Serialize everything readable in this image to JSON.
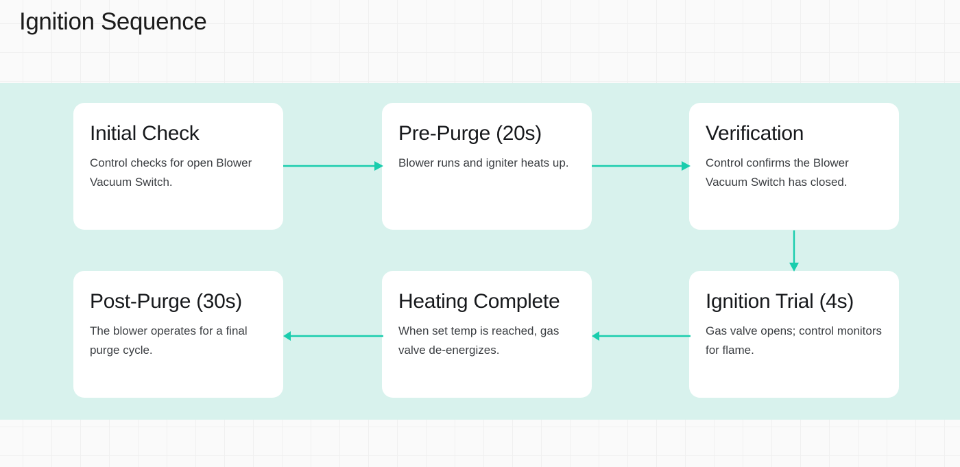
{
  "page": {
    "title": "Ignition Sequence"
  },
  "theme": {
    "band_background": "#d8f2ed",
    "card_background": "#ffffff",
    "arrow_color": "#19cdad",
    "title_color": "#1c1c1c",
    "body_color": "#3b3e42",
    "grid_line_color": "#f0f0f0",
    "page_background": "#fafafa"
  },
  "diagram": {
    "type": "flowchart",
    "flow_order": [
      "Initial Check",
      "Pre-Purge (20s)",
      "Verification",
      "Ignition Trial (4s)",
      "Heating Complete",
      "Post-Purge (30s)"
    ],
    "steps": [
      {
        "id": "initial-check",
        "title": "Initial Check",
        "description": "Control checks for open Blower Vacuum Switch.",
        "row": 1,
        "column": 1
      },
      {
        "id": "pre-purge",
        "title": "Pre-Purge (20s)",
        "description": "Blower runs and igniter heats up.",
        "row": 1,
        "column": 2
      },
      {
        "id": "verification",
        "title": "Verification",
        "description": "Control confirms the Blower Vacuum Switch has closed.",
        "row": 1,
        "column": 3
      },
      {
        "id": "ignition-trial",
        "title": "Ignition Trial (4s)",
        "description": "Gas valve opens; control monitors for flame.",
        "row": 2,
        "column": 3
      },
      {
        "id": "heating-complete",
        "title": "Heating Complete",
        "description": "When set temp is reached, gas valve de-energizes.",
        "row": 2,
        "column": 2
      },
      {
        "id": "post-purge",
        "title": "Post-Purge (30s)",
        "description": "The blower operates for a final purge cycle.",
        "row": 2,
        "column": 1
      }
    ],
    "connectors": [
      {
        "id": "initial-check-to-pre-purge",
        "from": "initial-check",
        "to": "pre-purge",
        "direction": "right"
      },
      {
        "id": "pre-purge-to-verification",
        "from": "pre-purge",
        "to": "verification",
        "direction": "right"
      },
      {
        "id": "verification-to-ignition-trial",
        "from": "verification",
        "to": "ignition-trial",
        "direction": "down"
      },
      {
        "id": "ignition-trial-to-heating-complete",
        "from": "ignition-trial",
        "to": "heating-complete",
        "direction": "left"
      },
      {
        "id": "heating-complete-to-post-purge",
        "from": "heating-complete",
        "to": "post-purge",
        "direction": "left"
      }
    ]
  }
}
